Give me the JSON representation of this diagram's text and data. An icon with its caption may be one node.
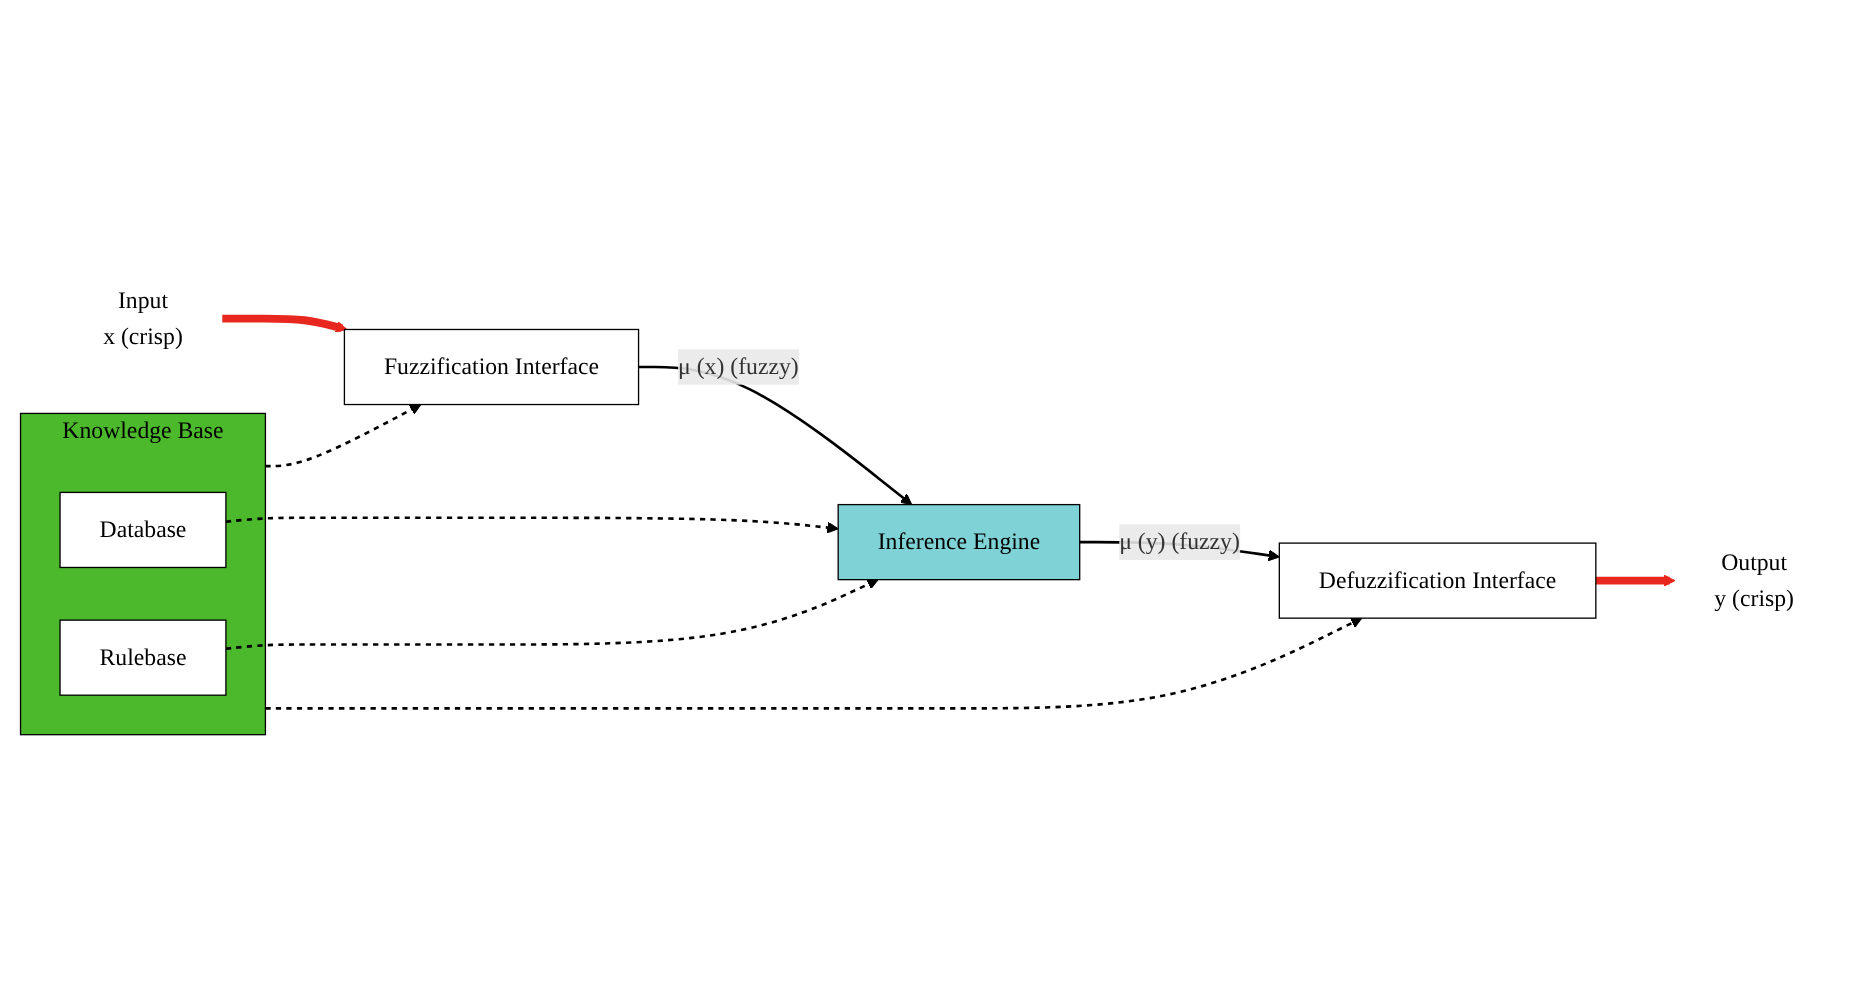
{
  "diagram": {
    "nodes": [
      {
        "text": [
          "Input",
          "x (crisp)"
        ]
      },
      {
        "text": [
          "Fuzzification Interface"
        ]
      },
      {
        "text": [
          "Inference Engine"
        ]
      },
      {
        "text": [
          "Defuzzification Interface"
        ]
      },
      {
        "text": [
          "Output",
          "y (crisp)"
        ]
      },
      {
        "text": [
          "Knowledge Base"
        ]
      },
      {
        "text": [
          "Database"
        ],
        "in": 5
      },
      {
        "text": [
          "Rulebase"
        ],
        "in": 5
      }
    ],
    "edges": [
      {
        "from": 0,
        "to": 1,
        "arrow": "to",
        "style": "thick",
        "color": "#e8281e"
      },
      {
        "from": 1,
        "to": 2,
        "arrow": "to",
        "label": "μ (x) (fuzzy)"
      },
      {
        "from": 2,
        "to": 3,
        "arrow": "to",
        "label": "μ (y) (fuzzy)"
      },
      {
        "from": 3,
        "to": 4,
        "arrow": "to",
        "style": "thick",
        "color": "#e8281e"
      },
      {
        "from": 6,
        "to": 2,
        "arrow": "to",
        "style": "dashed"
      },
      {
        "from": 7,
        "to": 2,
        "arrow": "to",
        "style": "dashed"
      },
      {
        "from": 5,
        "to": 1,
        "arrow": "to",
        "style": "dashed"
      },
      {
        "from": 5,
        "to": 3,
        "arrow": "to",
        "style": "dashed"
      }
    ]
  }
}
